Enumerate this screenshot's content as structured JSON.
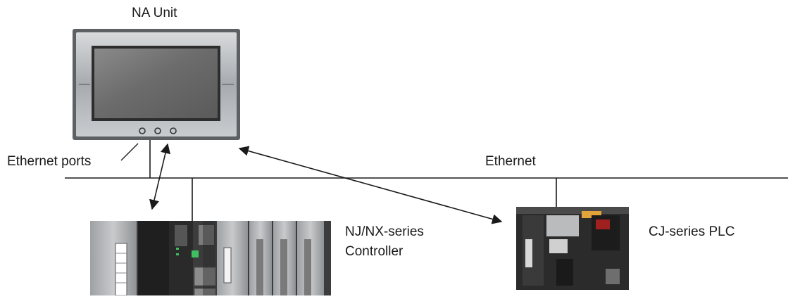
{
  "labels": {
    "na_unit": "NA Unit",
    "ethernet_ports": "Ethernet ports",
    "ethernet": "Ethernet",
    "nj_nx_controller_line1": "NJ/NX-series",
    "nj_nx_controller_line2": "Controller",
    "cj_plc": "CJ-series PLC"
  },
  "colors": {
    "line": "#1a1a1a",
    "panel_frame": "#9a9ea3",
    "screen": "#6f6f6f",
    "device_body": "#2b2b2b",
    "device_grey": "#b9bbbd",
    "accent_orange": "#e0a43a"
  }
}
